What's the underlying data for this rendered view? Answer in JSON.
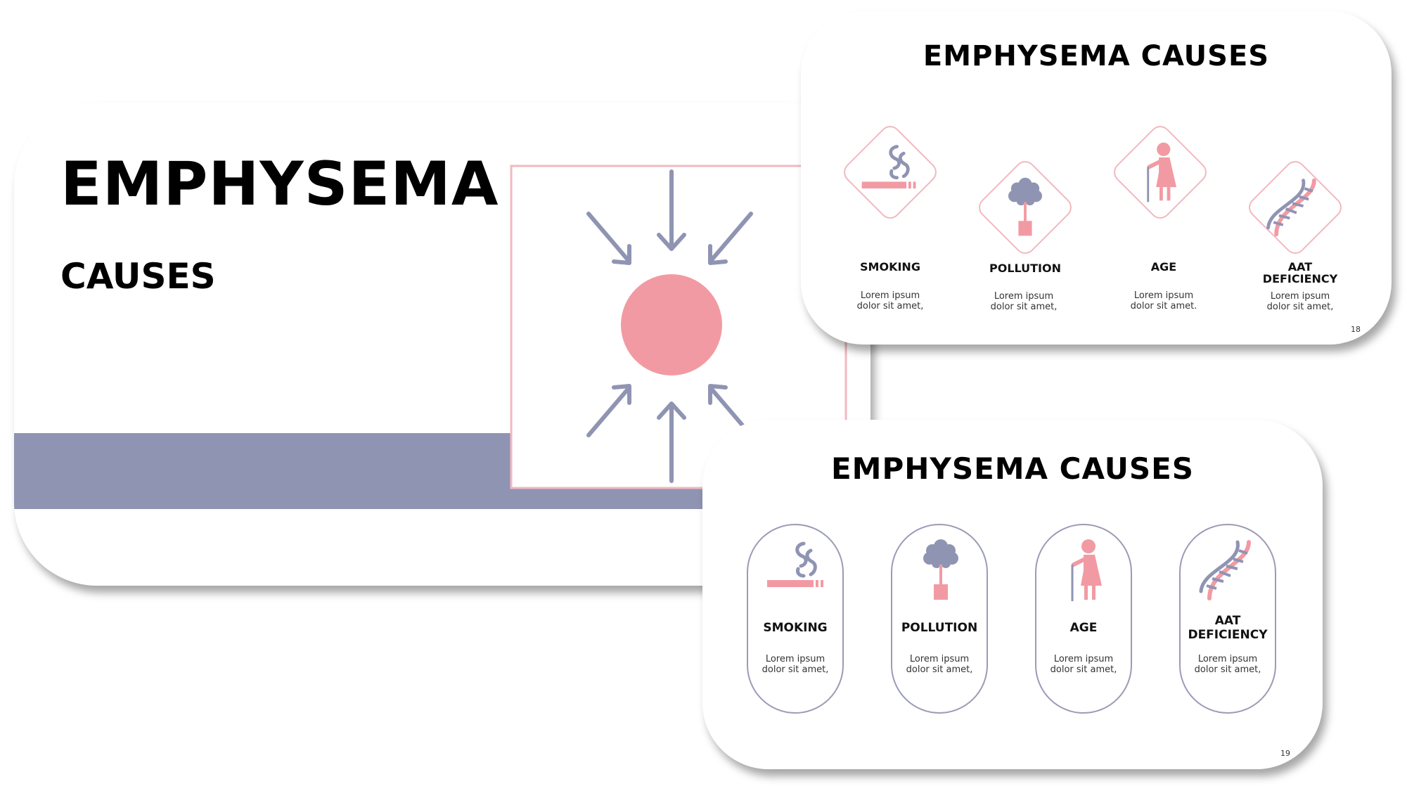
{
  "colors": {
    "pink": "#f29aa3",
    "lavender": "#9094b3",
    "border_pink": "#f0b9bf",
    "text": "#000000"
  },
  "title_slide": {
    "title": "EMPHYSEMA",
    "subtitle": "CAUSES"
  },
  "slide_18": {
    "title": "EMPHYSEMA CAUSES",
    "page_number": "18",
    "causes": [
      {
        "label": "SMOKING",
        "desc_line1": "Lorem ipsum",
        "desc_line2": "dolor sit amet,",
        "icon": "cigarette-icon"
      },
      {
        "label": "POLLUTION",
        "desc_line1": "Lorem ipsum",
        "desc_line2": "dolor sit amet,",
        "icon": "factory-smoke-icon"
      },
      {
        "label": "AGE",
        "desc_line1": "Lorem ipsum",
        "desc_line2": "dolor sit amet.",
        "icon": "elderly-person-icon"
      },
      {
        "label_line1": "AAT",
        "label_line2": "DEFICIENCY",
        "desc_line1": "Lorem ipsum",
        "desc_line2": "dolor sit amet,",
        "icon": "dna-icon"
      }
    ]
  },
  "slide_19": {
    "title": "EMPHYSEMA CAUSES",
    "page_number": "19",
    "causes": [
      {
        "label": "SMOKING",
        "desc_line1": "Lorem ipsum",
        "desc_line2": "dolor sit amet,",
        "icon": "cigarette-icon"
      },
      {
        "label": "POLLUTION",
        "desc_line1": "Lorem ipsum",
        "desc_line2": "dolor sit amet,",
        "icon": "factory-smoke-icon"
      },
      {
        "label": "AGE",
        "desc_line1": "Lorem ipsum",
        "desc_line2": "dolor sit amet,",
        "icon": "elderly-person-icon"
      },
      {
        "label_line1": "AAT",
        "label_line2": "DEFICIENCY",
        "desc_line1": "Lorem ipsum",
        "desc_line2": "dolor sit amet,",
        "icon": "dna-icon"
      }
    ]
  }
}
